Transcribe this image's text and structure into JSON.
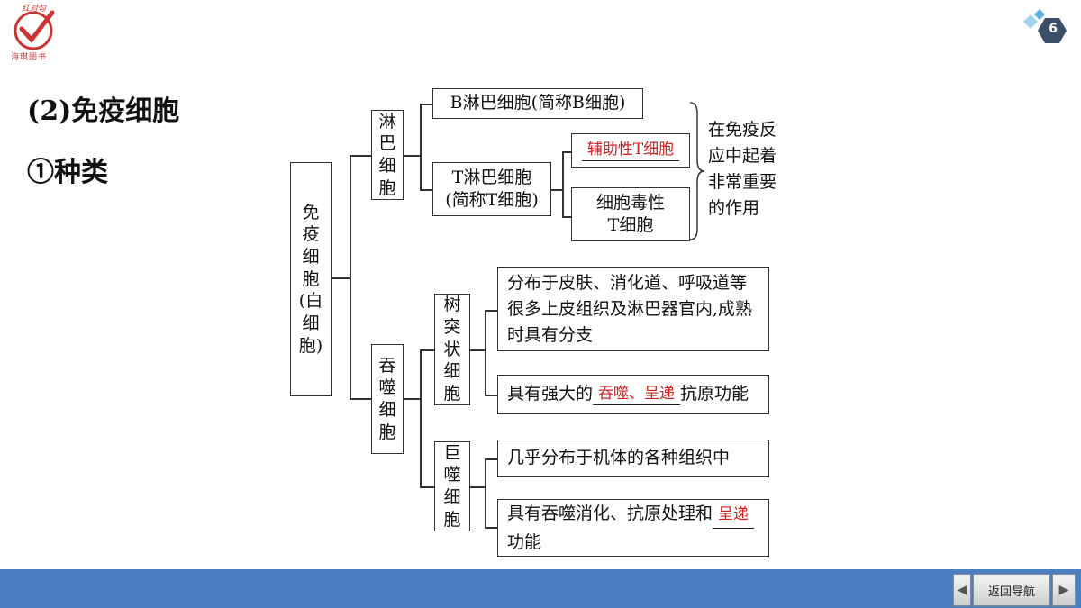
{
  "logo": {
    "top_text": "红对勾",
    "bottom_text": "海琪图书"
  },
  "page_number": "6",
  "heading": {
    "line1": "(2)免疫细胞",
    "line2": "①种类"
  },
  "diagram": {
    "root": [
      "免",
      "疫",
      "细",
      "胞",
      "(白",
      "细",
      "胞)"
    ],
    "lymph": {
      "label": [
        "淋",
        "巴",
        "细",
        "胞"
      ],
      "b_cell": "B淋巴细胞(简称B细胞)",
      "t_cell": {
        "line1": "T淋巴细胞",
        "line2": "(简称T细胞)"
      },
      "helper_t": "辅助性T细胞",
      "cytotoxic_t": {
        "line1": "细胞毒性",
        "line2": "T细胞"
      },
      "note": [
        "在免疫反",
        "应中起着",
        "非常重要",
        "的作用"
      ]
    },
    "phago": {
      "label": [
        "吞",
        "噬",
        "细",
        "胞"
      ],
      "dendritic": {
        "label": [
          "树",
          "突",
          "状",
          "细",
          "胞"
        ],
        "desc1": "分布于皮肤、消化道、呼吸道等很多上皮组织及淋巴器官内,成熟时具有分支",
        "desc2_pre": "具有强大的",
        "desc2_answer": "吞噬、呈递",
        "desc2_post": "抗原功能"
      },
      "macrophage": {
        "label": [
          "巨",
          "噬",
          "细",
          "胞"
        ],
        "desc1": "几乎分布于机体的各种组织中",
        "desc2_pre": "具有吞噬消化、抗原处理和",
        "desc2_answer": "呈递",
        "desc2_post": "功能"
      }
    }
  },
  "nav": {
    "prev": "◀",
    "back": "返回导航",
    "next": "▶"
  },
  "colors": {
    "bar": "#4a7fc1",
    "accent_red": "#d02020",
    "badge": "#3b4f6b"
  }
}
